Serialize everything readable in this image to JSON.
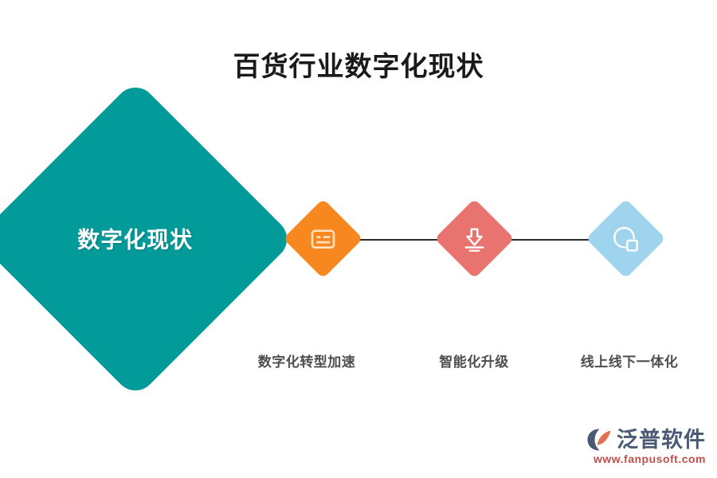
{
  "page": {
    "title": "百货行业数字化现状",
    "background_color": "#ffffff"
  },
  "diagram": {
    "type": "linear-process-flow",
    "main_node": {
      "label": "数字化现状",
      "shape": "rounded-diamond",
      "color": "#039a9a",
      "text_color": "#ffffff"
    },
    "connector_color": "#2b2b2b",
    "steps": [
      {
        "label": "数字化转型加速",
        "color": "#f7871f",
        "icon": "form-card-icon",
        "shape": "rounded-diamond"
      },
      {
        "label": "智能化升级",
        "color": "#e8736f",
        "icon": "download-arrow-icon",
        "shape": "rounded-diamond"
      },
      {
        "label": "线上线下一体化",
        "color": "#9fd4ee",
        "icon": "pie-chart-square-icon",
        "shape": "rounded-diamond"
      }
    ],
    "label_color": "#4d4d52"
  },
  "watermark": {
    "brand": "泛普软件",
    "url": "www.fanpusoft.com",
    "brand_color": "#4a5a74",
    "url_color": "#c0504d",
    "mark_icon": "fanpu-logo-icon"
  }
}
